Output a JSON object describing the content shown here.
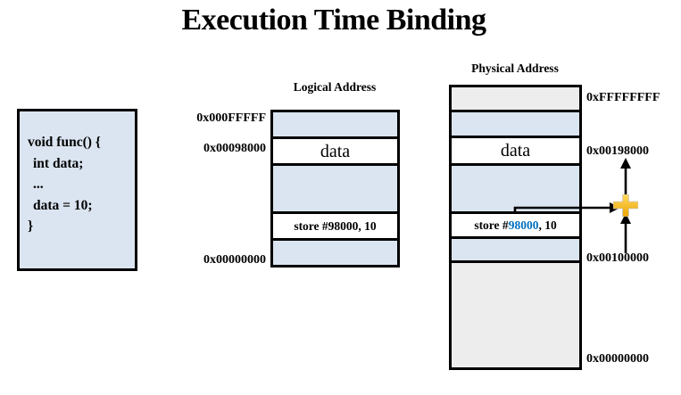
{
  "title": "Execution Time Binding",
  "code_block": {
    "lines": [
      "void func() {",
      "int data;",
      "...",
      "data = 10;",
      "}"
    ]
  },
  "logical": {
    "header": "Logical Address",
    "data_label": "data",
    "store_text": "store #98000, 10",
    "address_labels": [
      "0x000FFFFF",
      "0x00098000",
      "0x00000000"
    ]
  },
  "physical": {
    "header": "Physical Address",
    "data_label": "data",
    "store_prefix": "store #",
    "store_highlight": "98000",
    "store_suffix": ", 10",
    "address_labels": [
      "0xFFFFFFFF",
      "0x00198000",
      "0x00100000",
      "0x00000000"
    ]
  },
  "icons": {
    "adder": "plus-adder-icon"
  },
  "colors": {
    "segment_blue": "#dbe5f1",
    "segment_gray": "#ededed",
    "highlight_blue": "#0070c0",
    "adder_gold": "#f2ab04",
    "border_black": "#000000"
  }
}
